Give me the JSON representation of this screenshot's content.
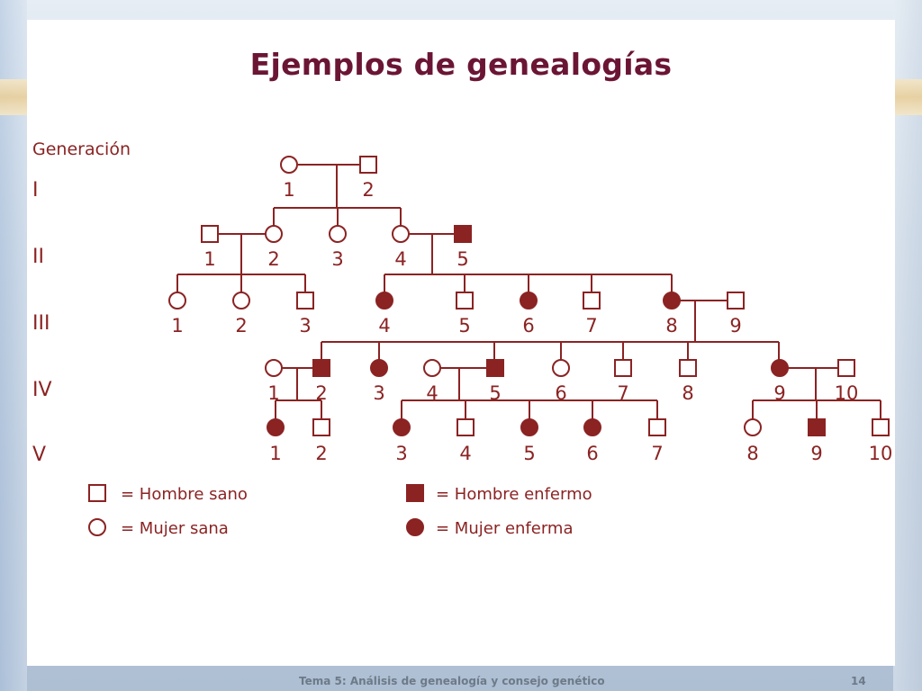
{
  "slide": {
    "title": "Ejemplos de genealogías",
    "footer": "Tema 5: Análisis de genealogía y consejo genético",
    "page_number": "14"
  },
  "diagram": {
    "generation_header": "Generación",
    "generations": [
      "I",
      "II",
      "III",
      "IV",
      "V"
    ],
    "colors": {
      "line": "#8b2323",
      "fill": "#8b2323",
      "text": "#8b2323"
    },
    "individuals": [
      {
        "gen": 1,
        "label": "1",
        "sex": "female",
        "affected": false
      },
      {
        "gen": 1,
        "label": "2",
        "sex": "male",
        "affected": false
      },
      {
        "gen": 2,
        "label": "1",
        "sex": "male",
        "affected": false
      },
      {
        "gen": 2,
        "label": "2",
        "sex": "female",
        "affected": false
      },
      {
        "gen": 2,
        "label": "3",
        "sex": "female",
        "affected": false
      },
      {
        "gen": 2,
        "label": "4",
        "sex": "female",
        "affected": false
      },
      {
        "gen": 2,
        "label": "5",
        "sex": "male",
        "affected": true
      },
      {
        "gen": 3,
        "label": "1",
        "sex": "female",
        "affected": false
      },
      {
        "gen": 3,
        "label": "2",
        "sex": "female",
        "affected": false
      },
      {
        "gen": 3,
        "label": "3",
        "sex": "male",
        "affected": false
      },
      {
        "gen": 3,
        "label": "4",
        "sex": "female",
        "affected": true
      },
      {
        "gen": 3,
        "label": "5",
        "sex": "male",
        "affected": false
      },
      {
        "gen": 3,
        "label": "6",
        "sex": "female",
        "affected": true
      },
      {
        "gen": 3,
        "label": "7",
        "sex": "male",
        "affected": false
      },
      {
        "gen": 3,
        "label": "8",
        "sex": "female",
        "affected": true
      },
      {
        "gen": 3,
        "label": "9",
        "sex": "male",
        "affected": false
      },
      {
        "gen": 4,
        "label": "1",
        "sex": "female",
        "affected": false
      },
      {
        "gen": 4,
        "label": "2",
        "sex": "male",
        "affected": true
      },
      {
        "gen": 4,
        "label": "3",
        "sex": "female",
        "affected": true
      },
      {
        "gen": 4,
        "label": "4",
        "sex": "female",
        "affected": false
      },
      {
        "gen": 4,
        "label": "5",
        "sex": "male",
        "affected": true
      },
      {
        "gen": 4,
        "label": "6",
        "sex": "female",
        "affected": false
      },
      {
        "gen": 4,
        "label": "7",
        "sex": "male",
        "affected": false
      },
      {
        "gen": 4,
        "label": "8",
        "sex": "male",
        "affected": false
      },
      {
        "gen": 4,
        "label": "9",
        "sex": "female",
        "affected": true
      },
      {
        "gen": 4,
        "label": "10",
        "sex": "male",
        "affected": false
      },
      {
        "gen": 5,
        "label": "1",
        "sex": "female",
        "affected": true
      },
      {
        "gen": 5,
        "label": "2",
        "sex": "male",
        "affected": false
      },
      {
        "gen": 5,
        "label": "3",
        "sex": "female",
        "affected": true
      },
      {
        "gen": 5,
        "label": "4",
        "sex": "male",
        "affected": false
      },
      {
        "gen": 5,
        "label": "5",
        "sex": "female",
        "affected": true
      },
      {
        "gen": 5,
        "label": "6",
        "sex": "female",
        "affected": true
      },
      {
        "gen": 5,
        "label": "7",
        "sex": "male",
        "affected": false
      },
      {
        "gen": 5,
        "label": "8",
        "sex": "female",
        "affected": false
      },
      {
        "gen": 5,
        "label": "9",
        "sex": "male",
        "affected": true
      },
      {
        "gen": 5,
        "label": "10",
        "sex": "male",
        "affected": false
      }
    ],
    "legend": {
      "healthy_male": "= Hombre sano",
      "affected_male": "= Hombre enfermo",
      "healthy_female": "= Mujer sana",
      "affected_female": "= Mujer enferma"
    }
  }
}
